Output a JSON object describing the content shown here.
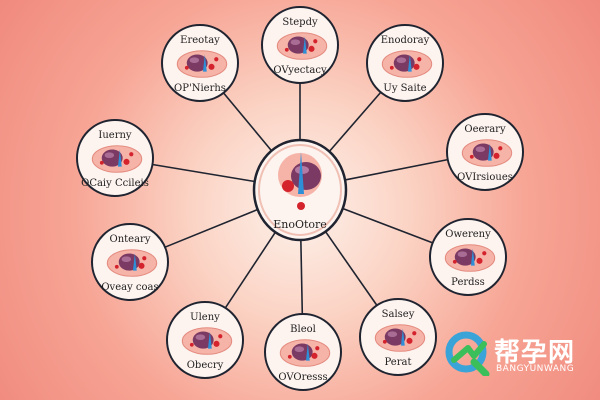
{
  "diagram": {
    "center": {
      "label": "EnoOtore"
    },
    "nodes": [
      {
        "id": "n1",
        "top_label": "Ereotay",
        "bottom_label": "OP'Nierhs"
      },
      {
        "id": "n2",
        "top_label": "Stepdy",
        "bottom_label": "OVyectacy"
      },
      {
        "id": "n3",
        "top_label": "Enodoray",
        "bottom_label": "Uy  Saite"
      },
      {
        "id": "n4",
        "top_label": "Iuerny",
        "bottom_label": "OCaiy Ccileis"
      },
      {
        "id": "n5",
        "top_label": "Oeerary",
        "bottom_label": "OVIrsioues"
      },
      {
        "id": "n6",
        "top_label": "Onteary",
        "bottom_label": "Oveay coas"
      },
      {
        "id": "n7",
        "top_label": "Owereny",
        "bottom_label": "Perdss"
      },
      {
        "id": "n8",
        "top_label": "Uleny",
        "bottom_label": "Obecry"
      },
      {
        "id": "n9",
        "top_label": "Bleol",
        "bottom_label": "OVOresss"
      },
      {
        "id": "n10",
        "top_label": "Salsey",
        "bottom_label": "Perat"
      }
    ]
  },
  "colors": {
    "line": "#1f2430",
    "node_fill": "#fdf3ef",
    "organ_fill": "#f6b3a8",
    "organ_dark": "#7a3a63",
    "blood_red": "#d4232c",
    "accent_blue": "#2e8fd6"
  },
  "watermark": {
    "icon": "bangyunwang-q-logo-icon",
    "title": "帮孕网",
    "subtitle": "BANGYUNWANG"
  }
}
